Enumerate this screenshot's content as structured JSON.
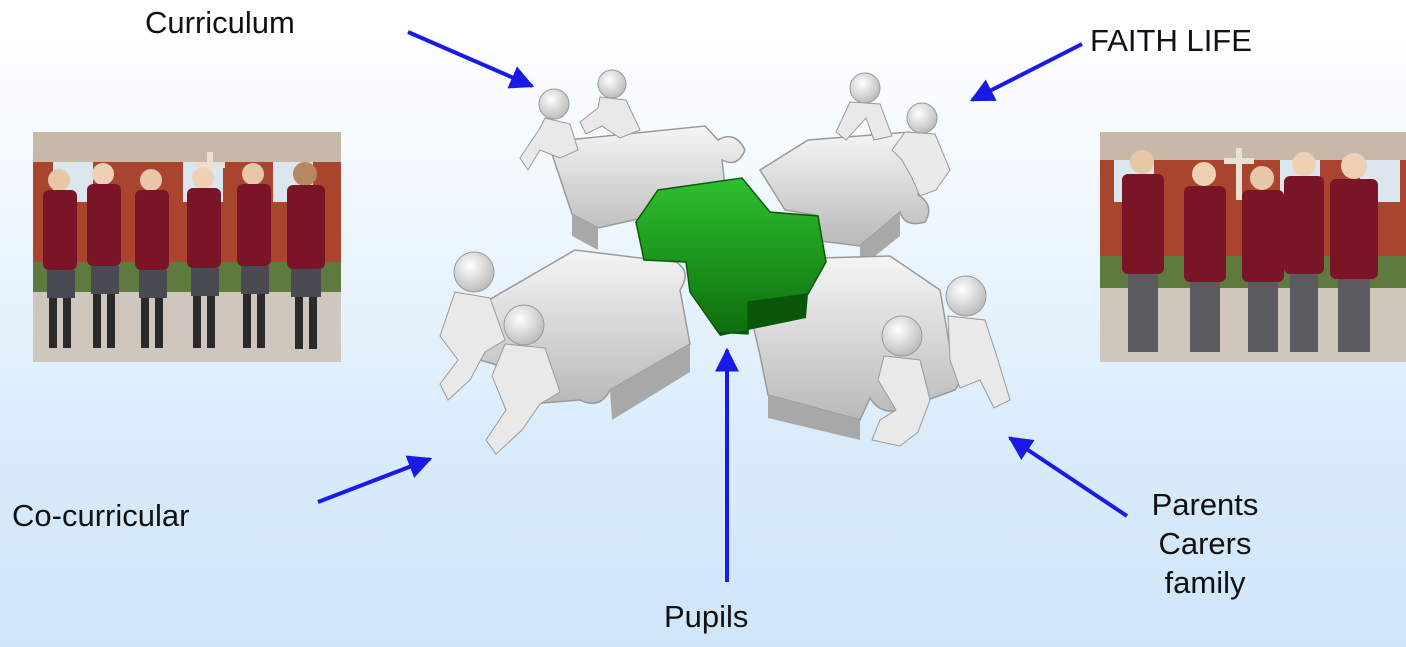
{
  "labels": {
    "curriculum": "Curriculum",
    "faith_life": "FAITH LIFE",
    "co_curricular": "Co-curricular",
    "pupils": "Pupils",
    "parents_lines": [
      "Parents",
      "Carers",
      "family"
    ]
  },
  "colors": {
    "arrow": "#1a1ae6",
    "center_piece": "#1c9a1c",
    "outer_piece": "#d9d9d9",
    "figure": "#eeeeee",
    "blazer": "#7a1528",
    "skirt": "#4a4a52",
    "wall": "#a9442f"
  },
  "photos": {
    "left": "girls-group-photo",
    "right": "boys-group-photo"
  }
}
